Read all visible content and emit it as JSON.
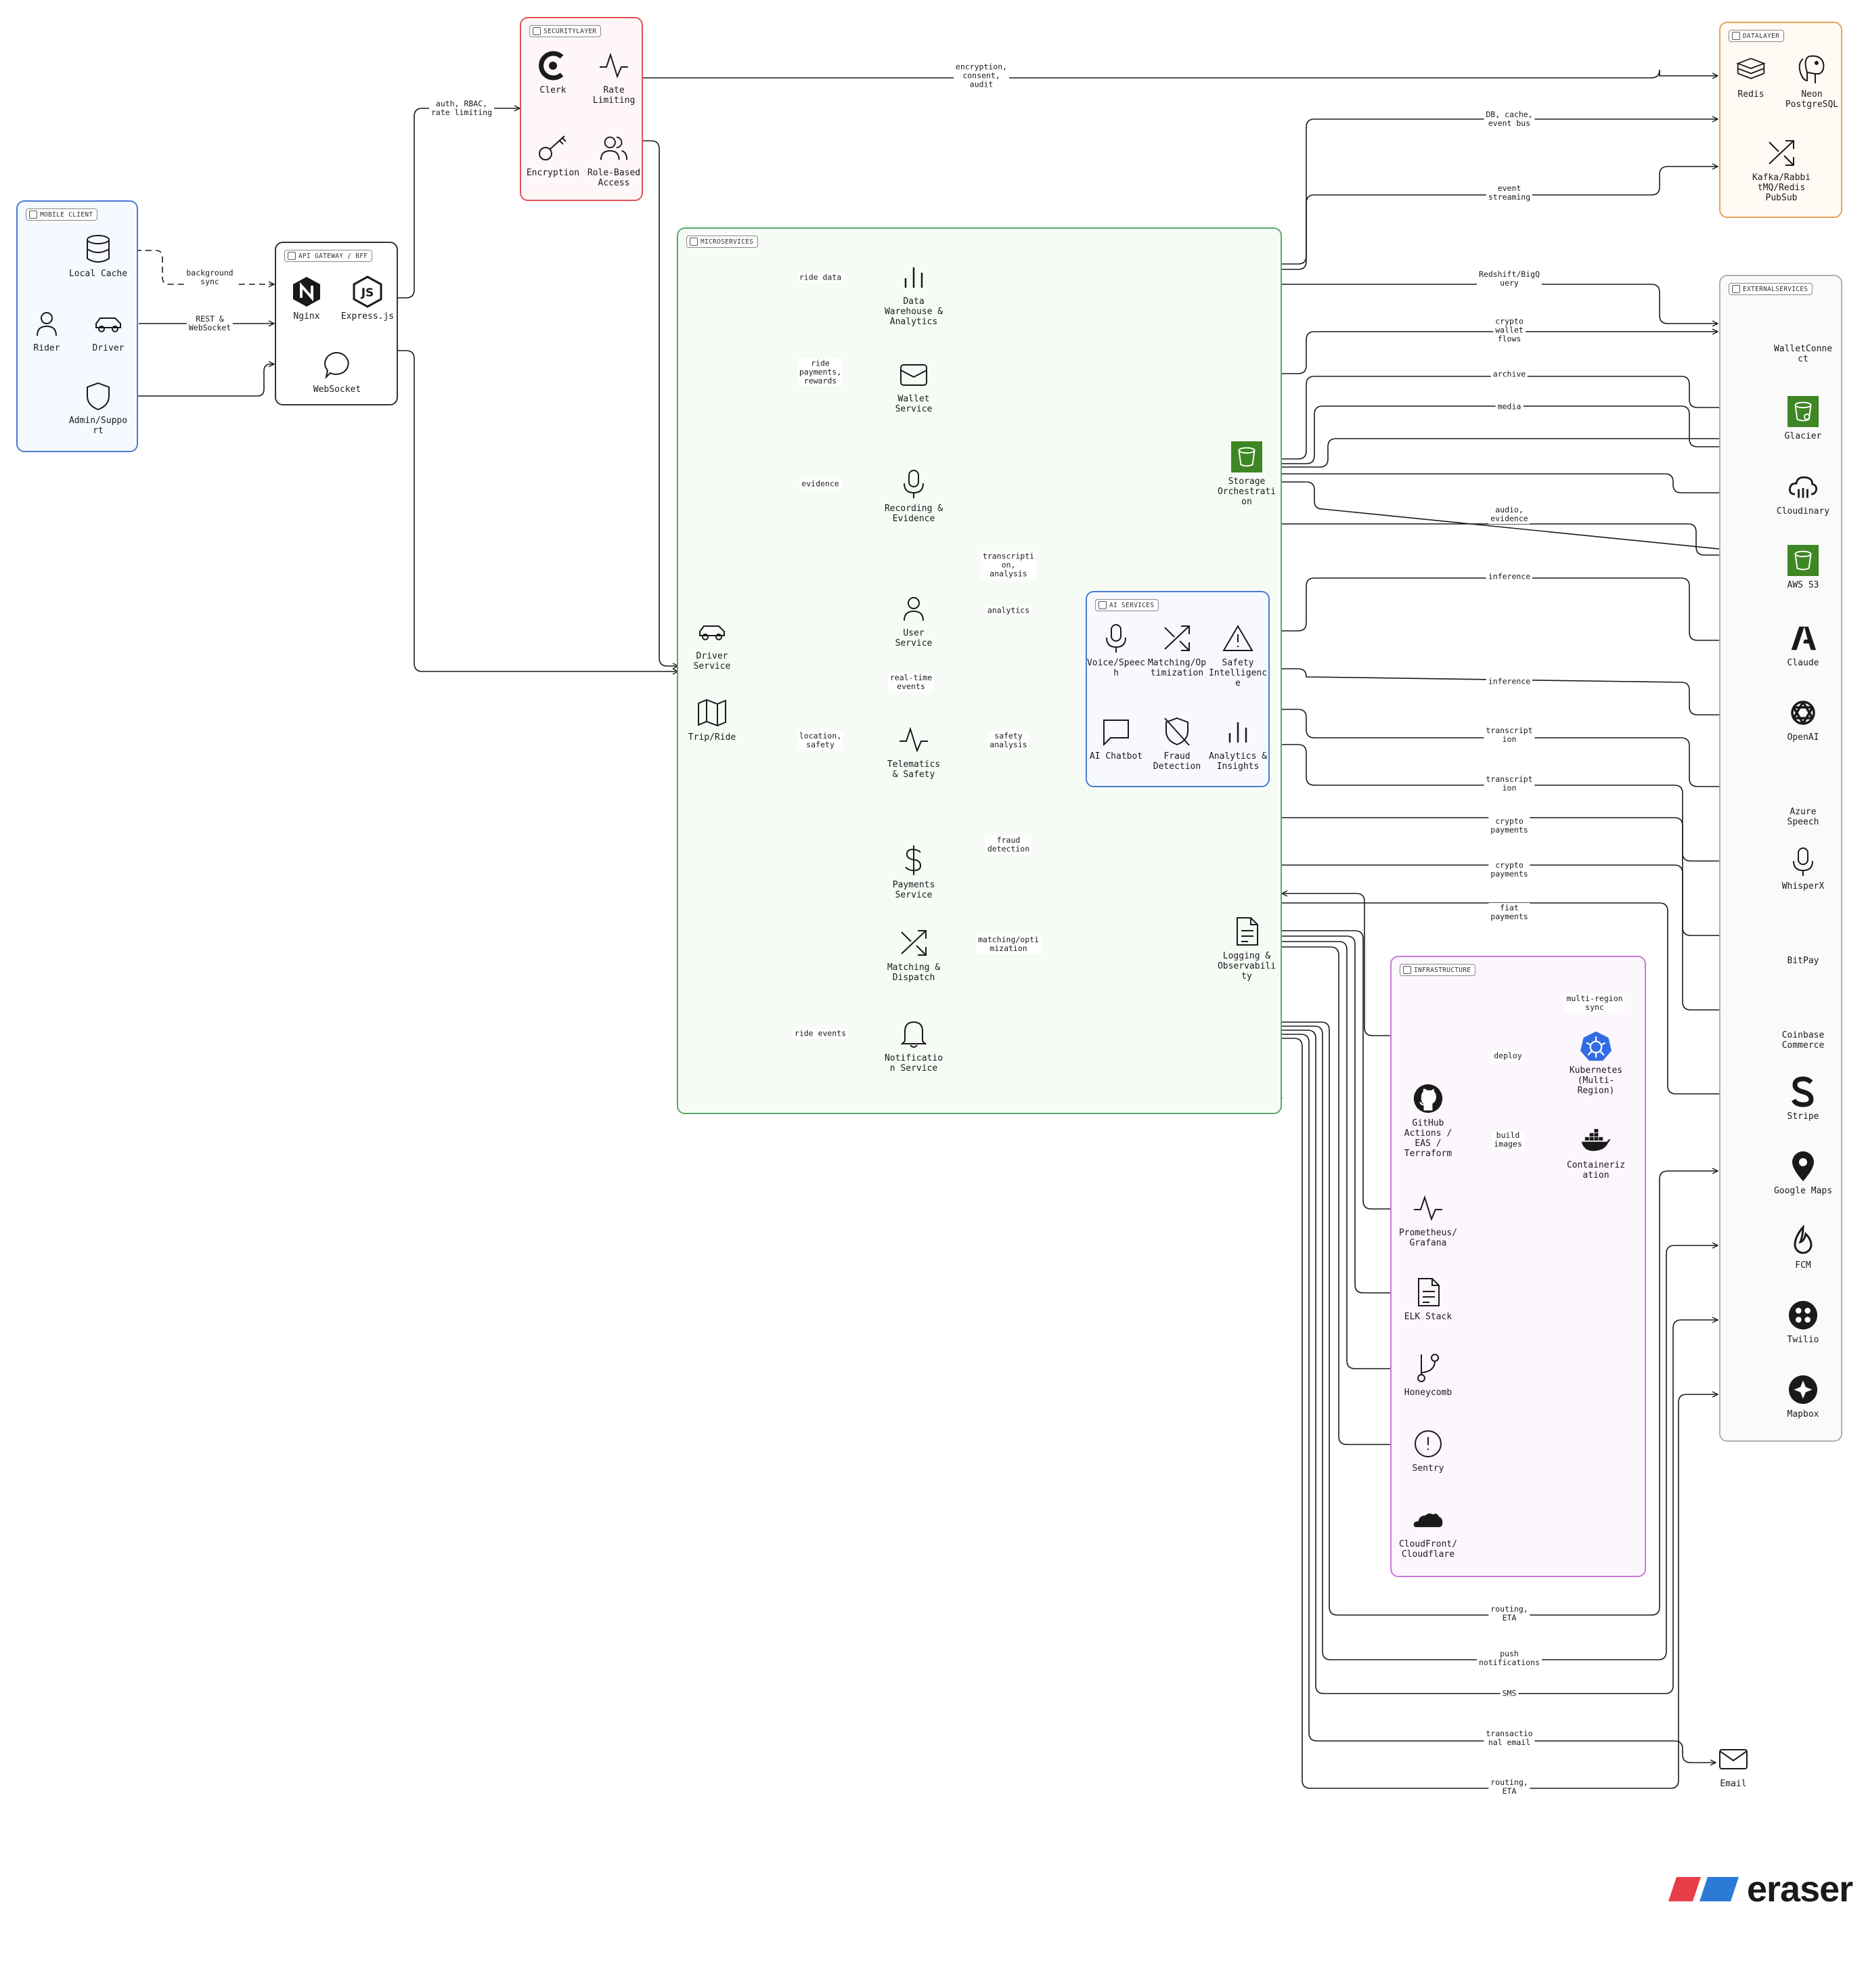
{
  "groups": {
    "mobile_client": "MOBILE CLIENT",
    "api_gateway": "API GATEWAY / BFF",
    "security": "SECURITYLAYER",
    "microservices": "MICROSERVICES",
    "ai_services": "AI SERVICES",
    "data_layer": "DATALAYER",
    "external": "EXTERNALSERVICES",
    "infrastructure": "INFRASTRUCTURE"
  },
  "nodes": {
    "local_cache": "Local Cache",
    "rider": "Rider",
    "driver": "Driver",
    "admin": "Admin/Suppo\nrt",
    "nginx": "Nginx",
    "expressjs": "Express.js",
    "websocket": "WebSocket",
    "clerk": "Clerk",
    "rate_limiting": "Rate\nLimiting",
    "encryption": "Encryption",
    "rbac": "Role-Based\nAccess",
    "redis": "Redis",
    "neon": "Neon\nPostgreSQL",
    "kafka": "Kafka/Rabbi\ntMQ/Redis\nPubSub",
    "data_warehouse": "Data\nWarehouse &\nAnalytics",
    "wallet_service": "Wallet\nService",
    "recording": "Recording &\nEvidence",
    "storage_orch": "Storage\nOrchestrati\non",
    "driver_service": "Driver\nService",
    "trip_ride": "Trip/Ride",
    "user_service": "User\nService",
    "telematics": "Telematics\n& Safety",
    "payments_service": "Payments\nService",
    "matching_dispatch": "Matching &\nDispatch",
    "notification": "Notificatio\nn Service",
    "logging": "Logging &\nObservabili\nty",
    "voice": "Voice/Speec\nh",
    "matching_opt": "Matching/Op\ntimization",
    "safety_intel": "Safety\nIntelligenc\ne",
    "ai_chatbot": "AI Chatbot",
    "fraud": "Fraud\nDetection",
    "analytics_insights": "Analytics &\nInsights",
    "walletconnect": "WalletConne\nct",
    "glacier": "Glacier",
    "cloudinary": "Cloudinary",
    "aws_s3": "AWS S3",
    "claude": "Claude",
    "openai": "OpenAI",
    "azure_speech": "Azure\nSpeech",
    "whisperx": "WhisperX",
    "bitpay": "BitPay",
    "coinbase": "Coinbase\nCommerce",
    "stripe": "Stripe",
    "google_maps": "Google Maps",
    "fcm": "FCM",
    "twilio": "Twilio",
    "mapbox": "Mapbox",
    "email": "Email",
    "github": "GitHub\nActions /\nEAS /\nTerraform",
    "kubernetes": "Kubernetes\n(Multi-\nRegion)",
    "containerization": "Containeriz\nation",
    "prometheus": "Prometheus/\nGrafana",
    "elk": "ELK Stack",
    "honeycomb": "Honeycomb",
    "sentry": "Sentry",
    "cloudfront": "CloudFront/\nCloudflare"
  },
  "edge_labels": {
    "background_sync": "background\nsync",
    "rest_ws": "REST &\nWebSocket",
    "auth_rbac": "auth, RBAC,\nrate limiting",
    "enc_consent": "encryption,\nconsent,\naudit",
    "db_cache": "DB, cache,\nevent bus",
    "event_streaming": "event\nstreaming",
    "ride_data": "ride data",
    "ride_payments": "ride\npayments,\nrewards",
    "evidence": "evidence",
    "transcription_analysis": "transcripti\non,\nanalysis",
    "analytics": "analytics",
    "realtime": "real-time\nevents",
    "location_safety": "location,\nsafety",
    "safety_analysis": "safety\nanalysis",
    "fraud_detection": "fraud\ndetection",
    "matching_optimization": "matching/opti\nmization",
    "ride_events": "ride events",
    "redshift": "Redshift/BigQ\nuery",
    "crypto_wallet": "crypto\nwallet\nflows",
    "archive": "archive",
    "media": "media",
    "audio_evidence": "audio,\nevidence",
    "inference1": "inference",
    "inference2": "inference",
    "transcription1": "transcript\nion",
    "transcription2": "transcript\nion",
    "crypto_payments1": "crypto\npayments",
    "crypto_payments2": "crypto\npayments",
    "fiat_payments": "fiat\npayments",
    "multi_region": "multi-region\nsync",
    "deploy": "deploy",
    "build_images": "build\nimages",
    "routing_eta1": "routing,\nETA",
    "push_notifications": "push\nnotifications",
    "sms": "SMS",
    "transactional_email": "transactio\nnal email",
    "routing_eta2": "routing,\nETA"
  },
  "brand": {
    "name": "eraser"
  },
  "colors": {
    "mobile_client": "#4a7bd0",
    "security": "#e05252",
    "microservices": "#5aa86a",
    "ai_services": "#4a7bd0",
    "data_layer": "#e8a255",
    "external": "#b0b0b0",
    "infrastructure": "#c77ad6",
    "aws_green": "#3f8624",
    "k8s_blue": "#326ce5",
    "brand_red": "#e83e4a",
    "brand_blue": "#2a7ad6"
  }
}
